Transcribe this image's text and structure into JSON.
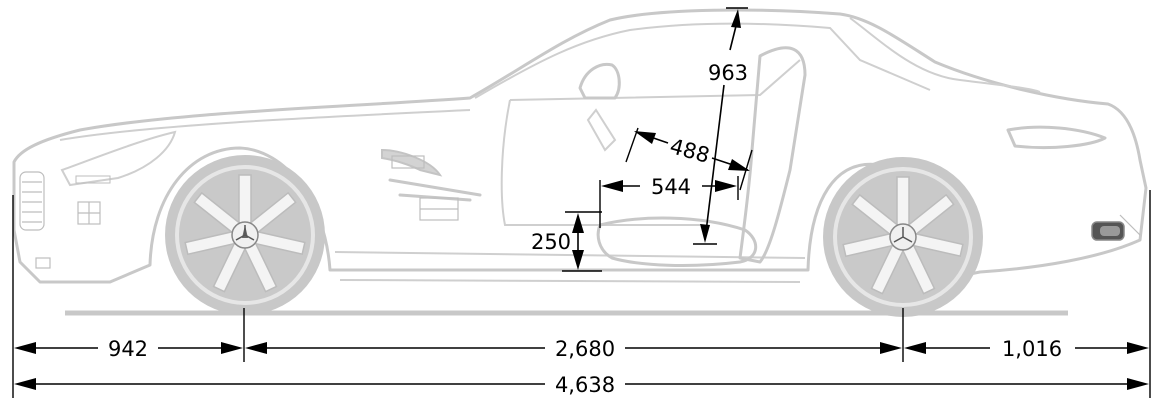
{
  "dimensions": {
    "front_overhang": "942",
    "wheelbase": "2,680",
    "rear_overhang": "1,016",
    "overall_length": "4,638",
    "headroom": "963",
    "seat_back_length": "488",
    "seat_cushion_length": "544",
    "seat_height": "250"
  },
  "colors": {
    "dimension_lines": "#000000",
    "car_outline": "#c8c8c8",
    "wheel_fill": "#c9c9c9"
  }
}
